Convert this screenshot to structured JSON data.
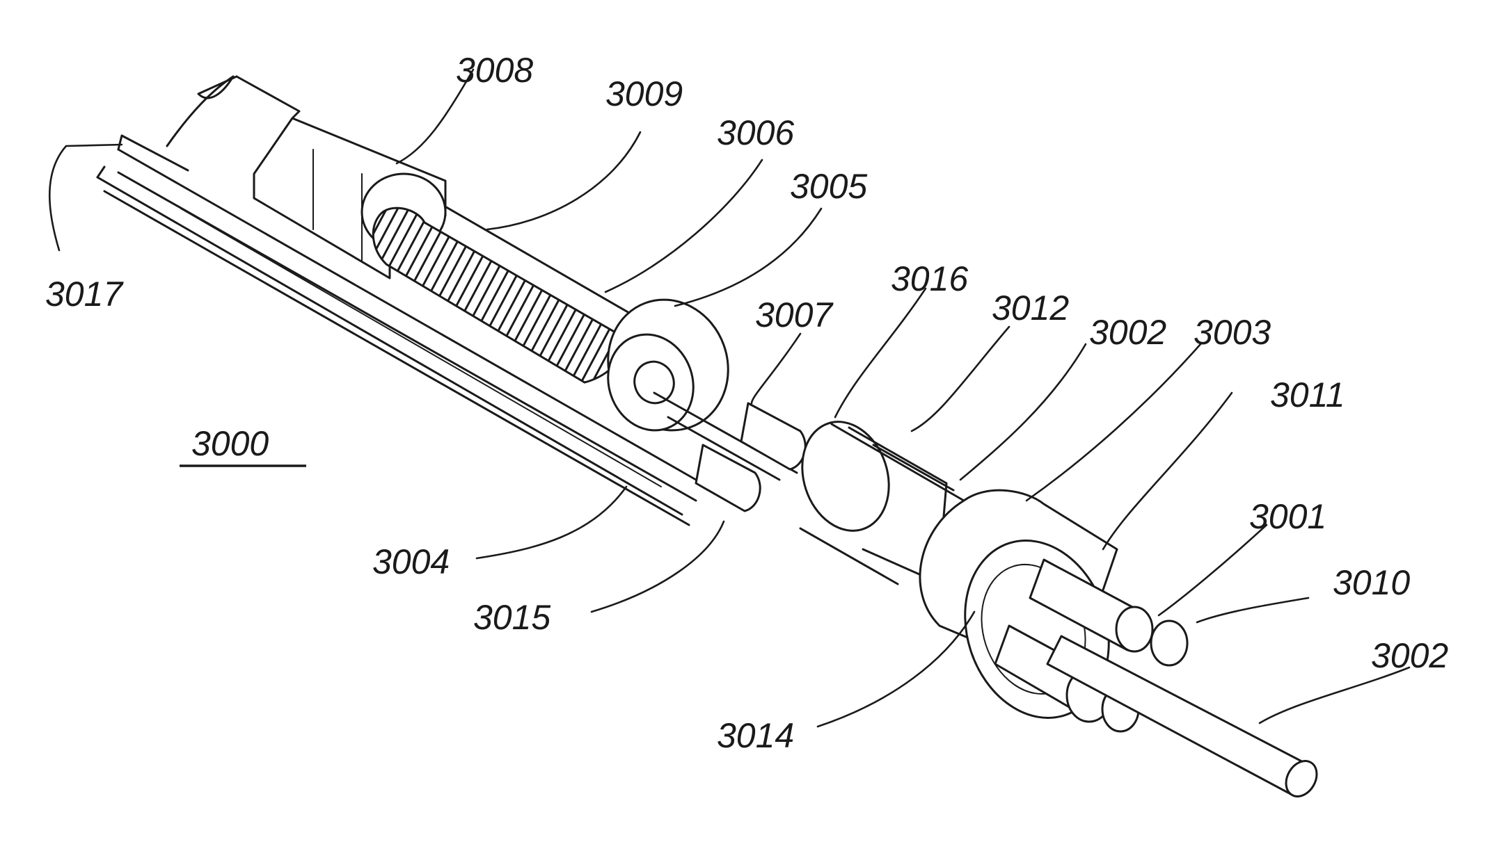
{
  "figure": {
    "reference": "3000",
    "labels": {
      "l3008": "3008",
      "l3009": "3009",
      "l3006": "3006",
      "l3005": "3005",
      "l3017": "3017",
      "l3016": "3016",
      "l3007": "3007",
      "l3012": "3012",
      "l3002a": "3002",
      "l3003": "3003",
      "l3011": "3011",
      "l3001": "3001",
      "l3010": "3010",
      "l3002b": "3002",
      "l3004": "3004",
      "l3015": "3015",
      "l3014": "3014"
    }
  }
}
